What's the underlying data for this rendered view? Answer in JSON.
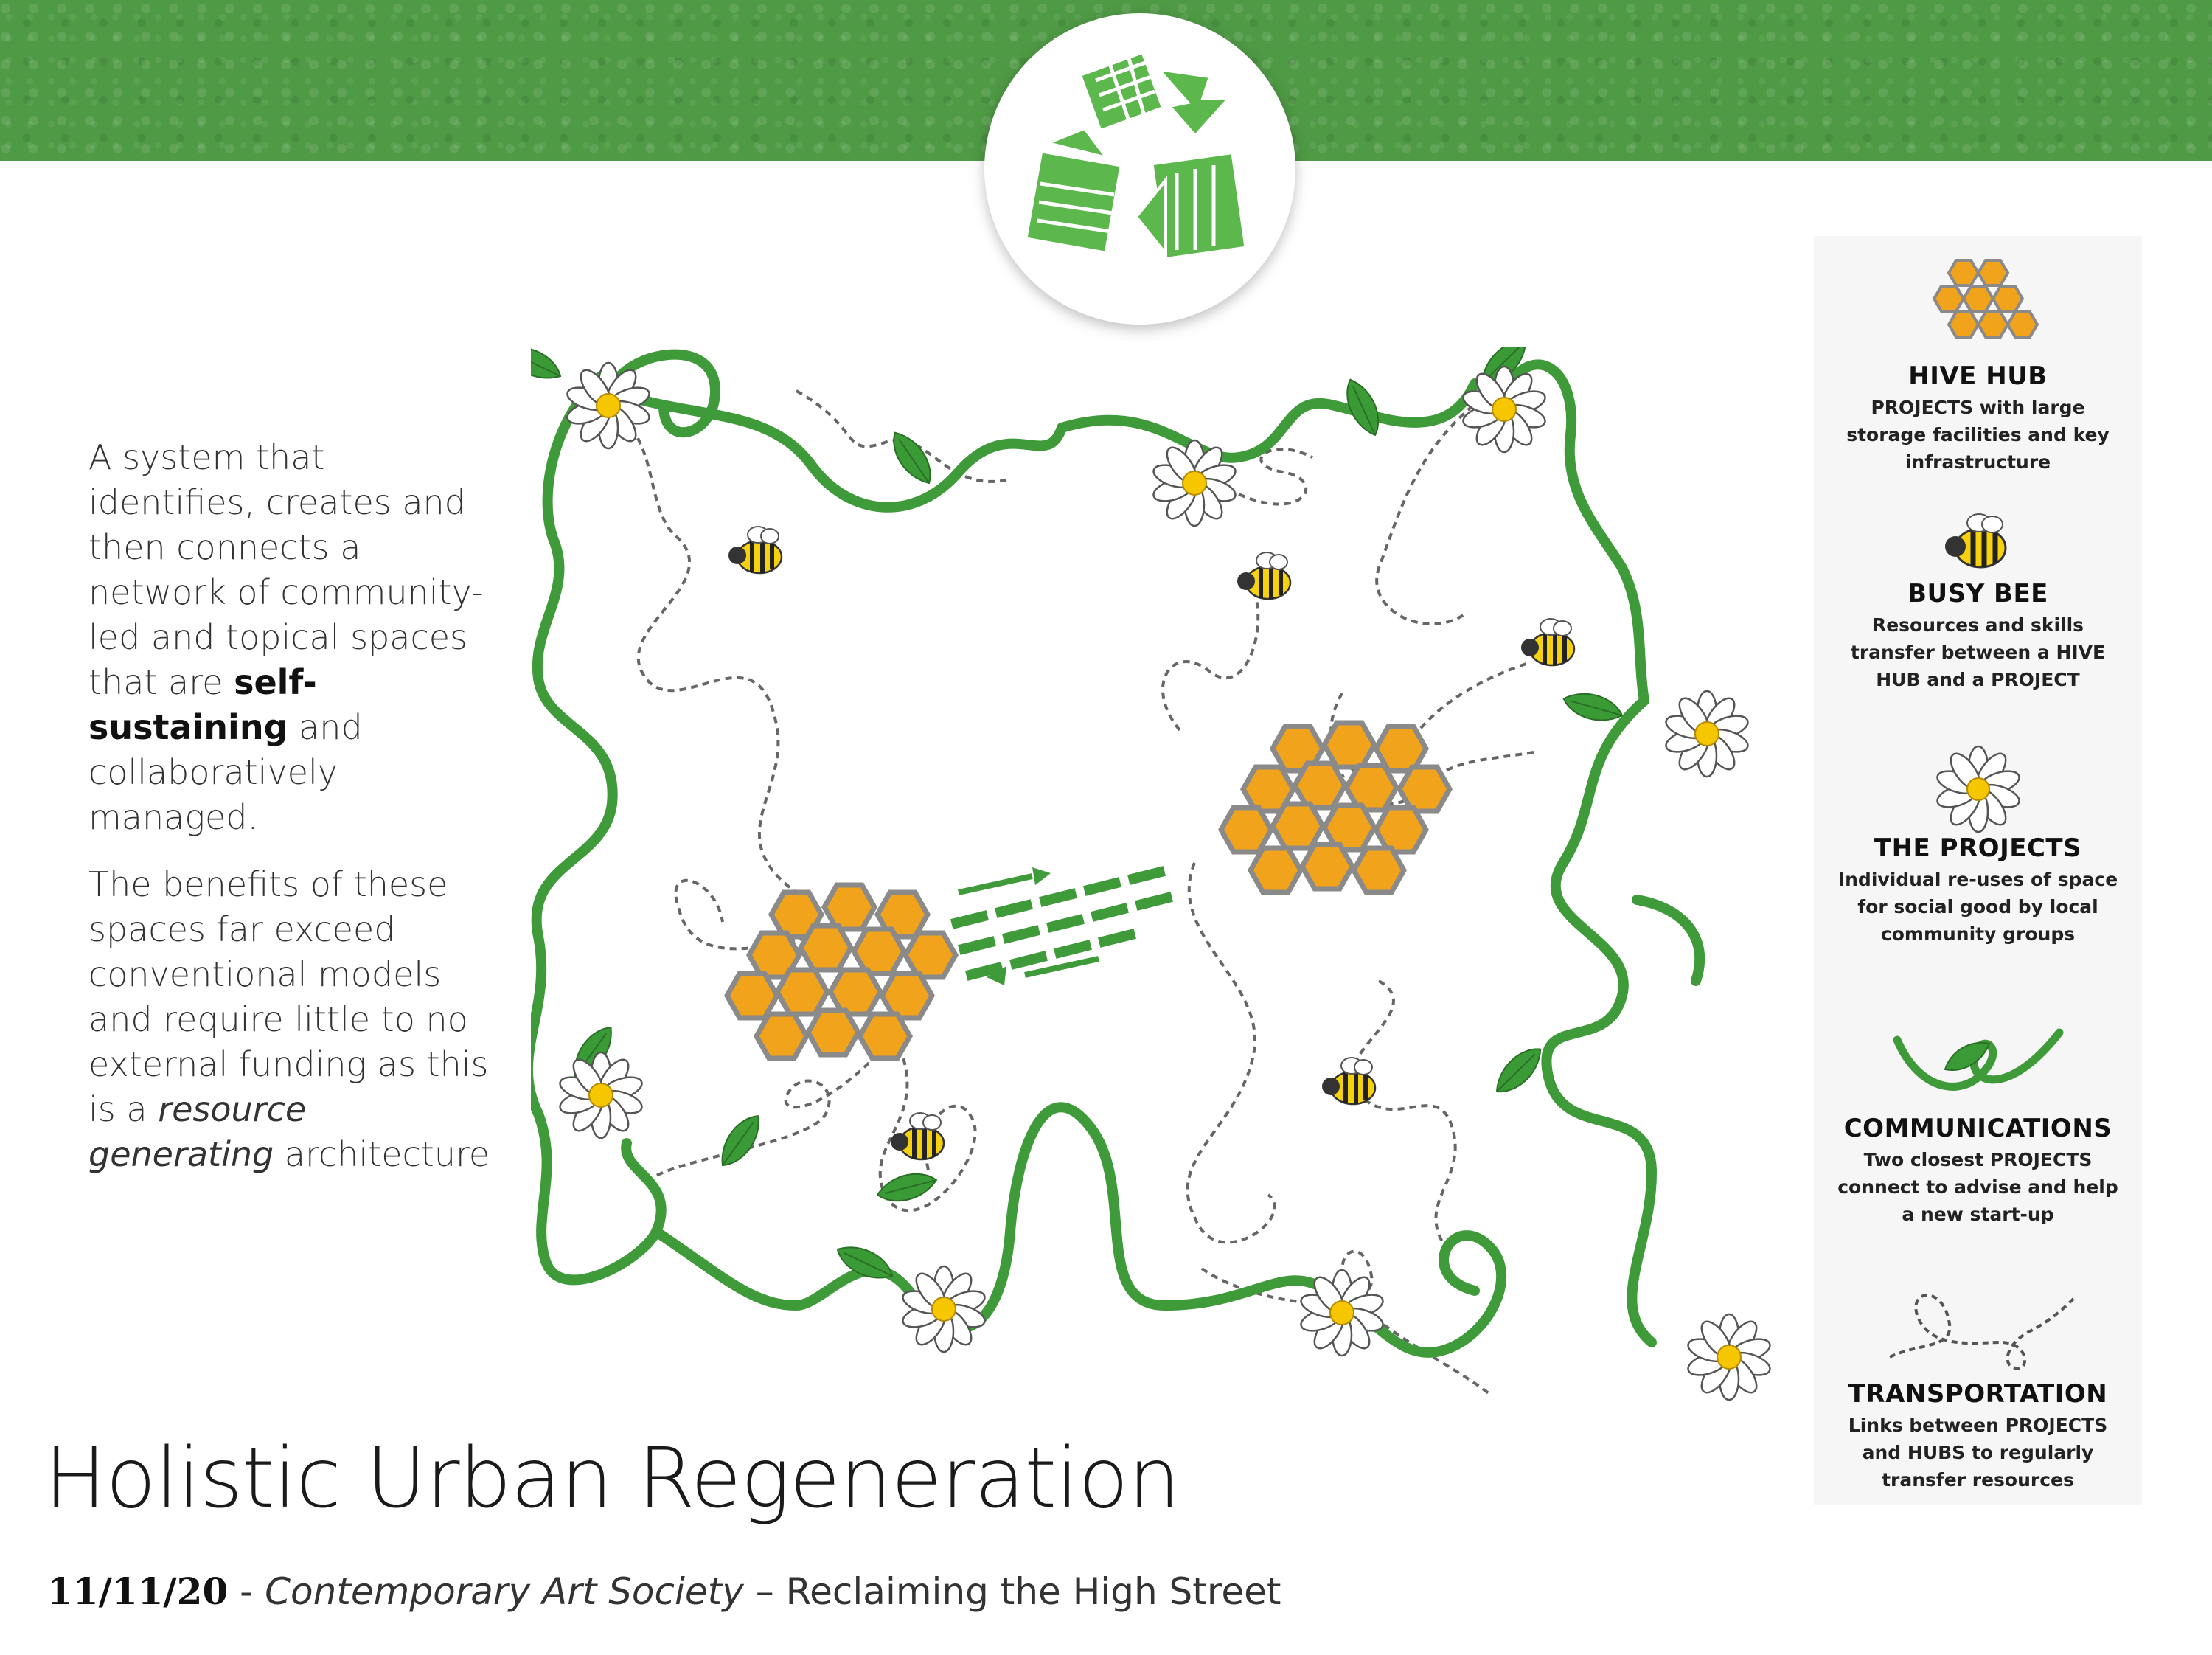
{
  "intro": {
    "p1": {
      "before": "A system that identifies, creates and then connects a network of community-led and topical spaces that are ",
      "emphasis": "self-sustaining",
      "after": " and collaboratively managed."
    },
    "p2": {
      "before": "The benefits of these spaces far exceed conventional models and require little to no external funding as this is a ",
      "emphasis": "resource generating",
      "after": " architecture"
    }
  },
  "legend": [
    {
      "title": "HIVE HUB",
      "desc": "PROJECTS with large storage facilities and key infrastructure",
      "icon": "honeycomb-icon"
    },
    {
      "title": "BUSY BEE",
      "desc": "Resources and skills transfer between a HIVE HUB and a PROJECT",
      "icon": "bee-icon"
    },
    {
      "title": "THE PROJECTS",
      "desc": "Individual re-uses of space for social good by local community groups",
      "icon": "daisy-icon"
    },
    {
      "title": "COMMUNICATIONS",
      "desc": "Two closest PROJECTS connect to advise and help a new start-up",
      "icon": "vine-icon"
    },
    {
      "title": "TRANSPORTATION",
      "desc": "Links between PROJECTS and HUBS to regularly transfer resources",
      "icon": "dashed-path-icon"
    }
  ],
  "title": "Holistic Urban Regeneration",
  "subtitle": {
    "date": "11/11/20",
    "sep1": " - ",
    "org": "Contemporary Art Society",
    "sep2": " – ",
    "event": "Reclaiming the High Street"
  },
  "colors": {
    "banner_green": "#4f9a45",
    "vine_green": "#3f9a3a",
    "leaf_green": "#3a9a35",
    "honey_orange": "#f2a31c",
    "honey_frame": "#8a8a8a",
    "bee_yellow": "#f6d10f",
    "daisy_center": "#f6c600"
  }
}
